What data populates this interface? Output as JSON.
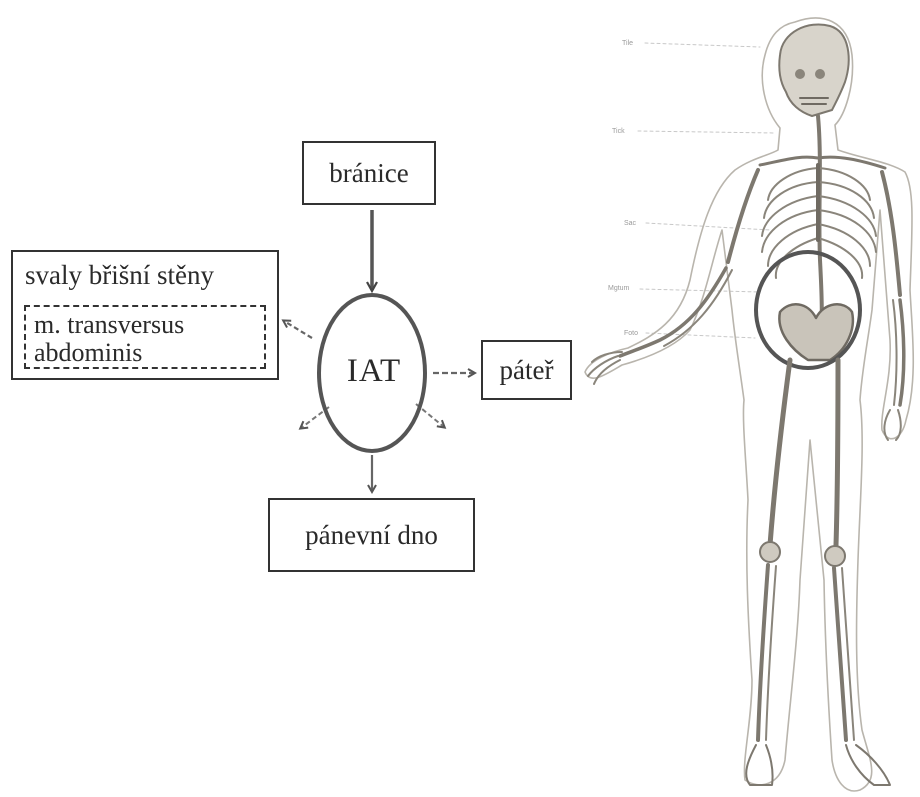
{
  "diagram": {
    "center": {
      "label": "IAT"
    },
    "nodes": {
      "branice": "bránice",
      "svaly": "svaly břišní stěny",
      "transversus_line1": "m. transversus",
      "transversus_line2": "abdominis",
      "pater": "páteř",
      "panevni": "pánevní dno"
    },
    "colors": {
      "ink": "#333333",
      "ellipse": "#555555",
      "bone": "#e0ddd6",
      "bone_dark": "#9a958c"
    }
  },
  "illustration": {
    "name": "skeleton",
    "tick_labels": [
      "Tile",
      "Tick",
      "Sac",
      "Mgtum",
      "Foto"
    ]
  }
}
